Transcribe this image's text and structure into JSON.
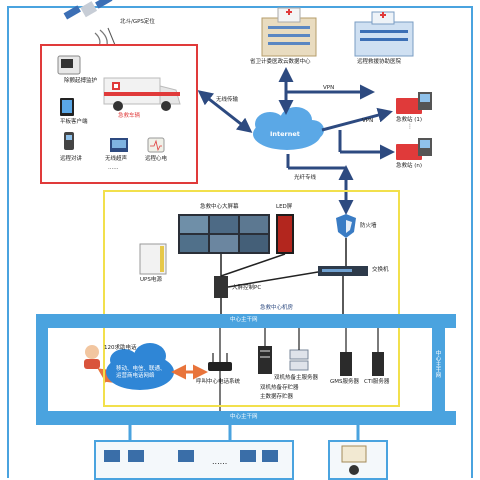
{
  "satellite": {
    "label": "北斗/GPS定位"
  },
  "ambulance_panel": {
    "ambulance_label": "急救车辆",
    "devices": [
      {
        "key": "monitor",
        "label": "除颤起搏监护"
      },
      {
        "key": "tablet",
        "label": "平板客户端"
      },
      {
        "key": "intercom",
        "label": "远程对讲"
      },
      {
        "key": "ultrasound",
        "label": "无线超声"
      },
      {
        "key": "ecg",
        "label": "远程心电"
      }
    ],
    "more": "......"
  },
  "hospitals": [
    {
      "label": "省卫计委医政云数据中心"
    },
    {
      "label": "远程救援协助医院"
    }
  ],
  "internet": {
    "label": "Internet"
  },
  "links": {
    "wireless": "无线传输",
    "vpn_top": "VPN",
    "vpn_right": "VPN",
    "dedicated": "光纤专线"
  },
  "stations": [
    {
      "label": "急救站 (1)"
    },
    {
      "label": "急救站 (n)"
    }
  ],
  "center": {
    "screen_title": "急救中心大屏幕",
    "led": "LED屏",
    "ups": "UPS电源",
    "screen_pc": "大屏控制PC",
    "firewall": "防火墙",
    "switch": "交换机",
    "room": "急救中心机房"
  },
  "bus": {
    "top": "中心主干网",
    "bottom": "中心主干网",
    "right": "中心主干网"
  },
  "callers": {
    "phone": "120求助电话",
    "cloud_text": "移动、电信、联通、运营商电话网络"
  },
  "servers": {
    "call_system": "呼叫中心电话系统",
    "dual_host": "双机热备主服务器",
    "dual_storage": "双机热备存贮器",
    "main_storage": "主数据存贮器",
    "gms": "GMS服务器",
    "cti": "CTI服务器"
  },
  "offices": {
    "dots": "......"
  },
  "colors": {
    "accent": "#4aa3df",
    "red": "#e03a3a",
    "yellow": "#f2e04c",
    "navy": "#2d4a80"
  }
}
